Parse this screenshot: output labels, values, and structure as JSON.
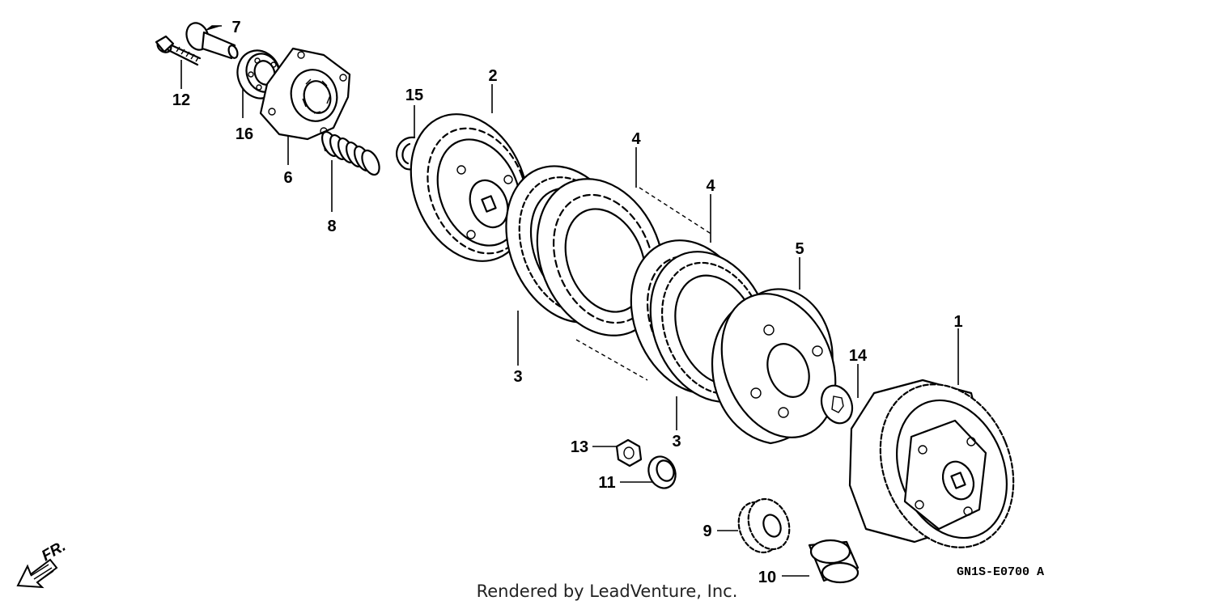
{
  "diagram": {
    "part_callouts": [
      "1",
      "2",
      "3",
      "3",
      "4",
      "4",
      "5",
      "6",
      "7",
      "8",
      "9",
      "10",
      "11",
      "12",
      "13",
      "14",
      "15",
      "16"
    ],
    "diagram_code": "GN1S-E0700 A",
    "front_indicator": "FR.",
    "watermark": "Rendered by LeadVenture, Inc."
  }
}
